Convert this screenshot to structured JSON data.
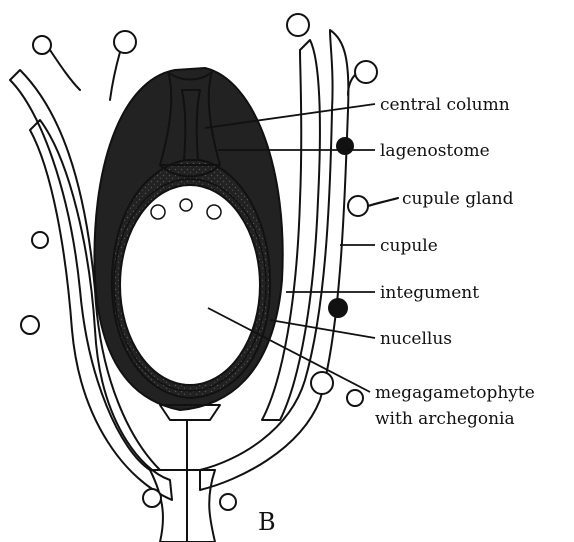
{
  "figure": {
    "panel_letter": "B",
    "labels": {
      "central_column": "central column",
      "lagenostome": "lagenostome",
      "cupule_gland": "cupule gland",
      "cupule": "cupule",
      "integument": "integument",
      "nucellus": "nucellus",
      "megagametophyte_line1": "megagametophyte",
      "megagametophyte_line2": "with archegonia"
    },
    "colors": {
      "ink": "#111111",
      "background": "#ffffff",
      "stipple": "#555555"
    }
  }
}
